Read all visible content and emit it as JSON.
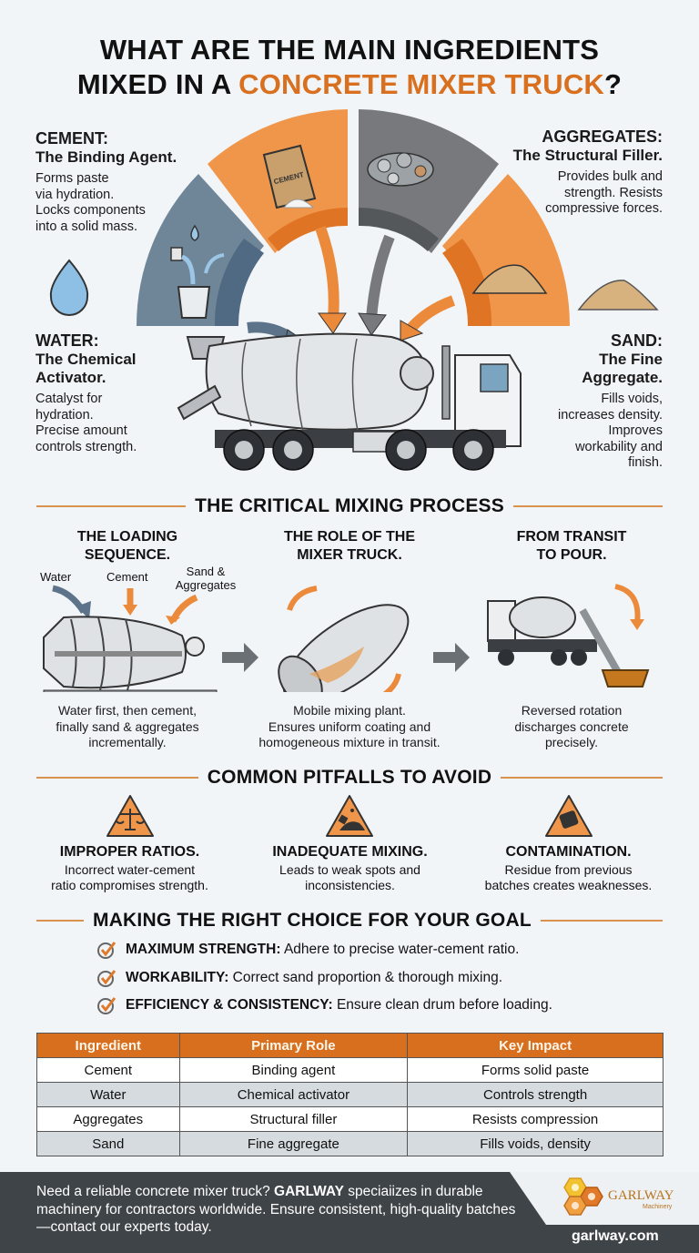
{
  "title": {
    "line1": "WHAT ARE THE MAIN INGREDIENTS",
    "line2_prefix": "MIXED IN A ",
    "line2_accent": "CONCRETE MIXER TRUCK",
    "line2_suffix": "?"
  },
  "colors": {
    "accent_orange": "#d8701f",
    "slate_blue": "#6f8699",
    "gray": "#707377",
    "footer_bg": "#3f4449",
    "table_header": "#d76f1f"
  },
  "ingredients": {
    "cement": {
      "name": "CEMENT:",
      "subtitle": "The Binding Agent.",
      "desc": [
        "Forms paste",
        "via hydration.",
        "Locks components",
        "into a solid mass."
      ]
    },
    "aggregates": {
      "name": "AGGREGATES:",
      "subtitle": "The Structural Filler.",
      "desc": [
        "Provides bulk and",
        "strength. Resists",
        "compressive forces."
      ]
    },
    "water": {
      "name": "WATER:",
      "subtitle1": "The Chemical",
      "subtitle2": "Activator.",
      "desc": [
        "Catalyst for",
        "hydration.",
        "Precise amount",
        "controls strength."
      ]
    },
    "sand": {
      "name": "SAND:",
      "subtitle1": "The Fine",
      "subtitle2": "Aggregate.",
      "desc": [
        "Fills voids,",
        "increases density.",
        "Improves",
        "workability and",
        "finish."
      ]
    }
  },
  "illustration": {
    "cement_bag_label": "CEMENT"
  },
  "process": {
    "heading": "THE CRITICAL MIXING PROCESS",
    "columns": [
      {
        "title1": "THE LOADING",
        "title2": "SEQUENCE.",
        "desc": [
          "Water first, then cement,",
          "finally sand & aggregates",
          "incrementally."
        ]
      },
      {
        "title1": "THE ROLE OF THE",
        "title2": "MIXER TRUCK.",
        "desc": [
          "Mobile mixing plant.",
          "Ensures uniform coating and",
          "homogeneous mixture in transit."
        ]
      },
      {
        "title1": "FROM TRANSIT",
        "title2": "TO POUR.",
        "desc": [
          "Reversed rotation",
          "discharges concrete",
          "precisely."
        ]
      }
    ],
    "loading_labels": {
      "water": "Water",
      "cement": "Cement",
      "sand1": "Sand &",
      "sand2": "Aggregates"
    }
  },
  "pitfalls": {
    "heading": "COMMON PITFALLS TO AVOID",
    "items": [
      {
        "icon": "scale-warning-icon",
        "title": "IMPROPER RATIOS.",
        "desc": [
          "Incorrect water-cement",
          "ratio compromises strength."
        ]
      },
      {
        "icon": "mixing-warning-icon",
        "title": "INADEQUATE MIXING.",
        "desc": [
          "Leads to weak spots and",
          "inconsistencies."
        ]
      },
      {
        "icon": "contamination-warning-icon",
        "title": "CONTAMINATION.",
        "desc": [
          "Residue from previous",
          "batches creates weaknesses."
        ]
      }
    ]
  },
  "choices": {
    "heading": "MAKING THE RIGHT CHOICE FOR YOUR GOAL",
    "items": [
      {
        "label": "MAXIMUM STRENGTH:",
        "text": "Adhere to precise water-cement ratio."
      },
      {
        "label": "WORKABILITY:",
        "text": "Correct sand proportion & thorough mixing."
      },
      {
        "label": "EFFICIENCY & CONSISTENCY:",
        "text": "Ensure clean drum before loading."
      }
    ]
  },
  "table": {
    "headers": [
      "Ingredient",
      "Primary Role",
      "Key Impact"
    ],
    "rows": [
      [
        "Cement",
        "Binding agent",
        "Forms solid paste"
      ],
      [
        "Water",
        "Chemical activator",
        "Controls strength"
      ],
      [
        "Aggregates",
        "Structural filler",
        "Resists compression"
      ],
      [
        "Sand",
        "Fine aggregate",
        "Fills voids, density"
      ]
    ]
  },
  "footer": {
    "text_pre": "Need a reliable concrete mixer truck? ",
    "brand": "GARLWAY",
    "text_post": " speciaiizes in durable machinery for contractors worldwide. Ensure consistent, high-quality batches—contact our experts today.",
    "logo_name": "GARLWAY",
    "logo_tag": "Machinery",
    "website": "garlway.com"
  }
}
